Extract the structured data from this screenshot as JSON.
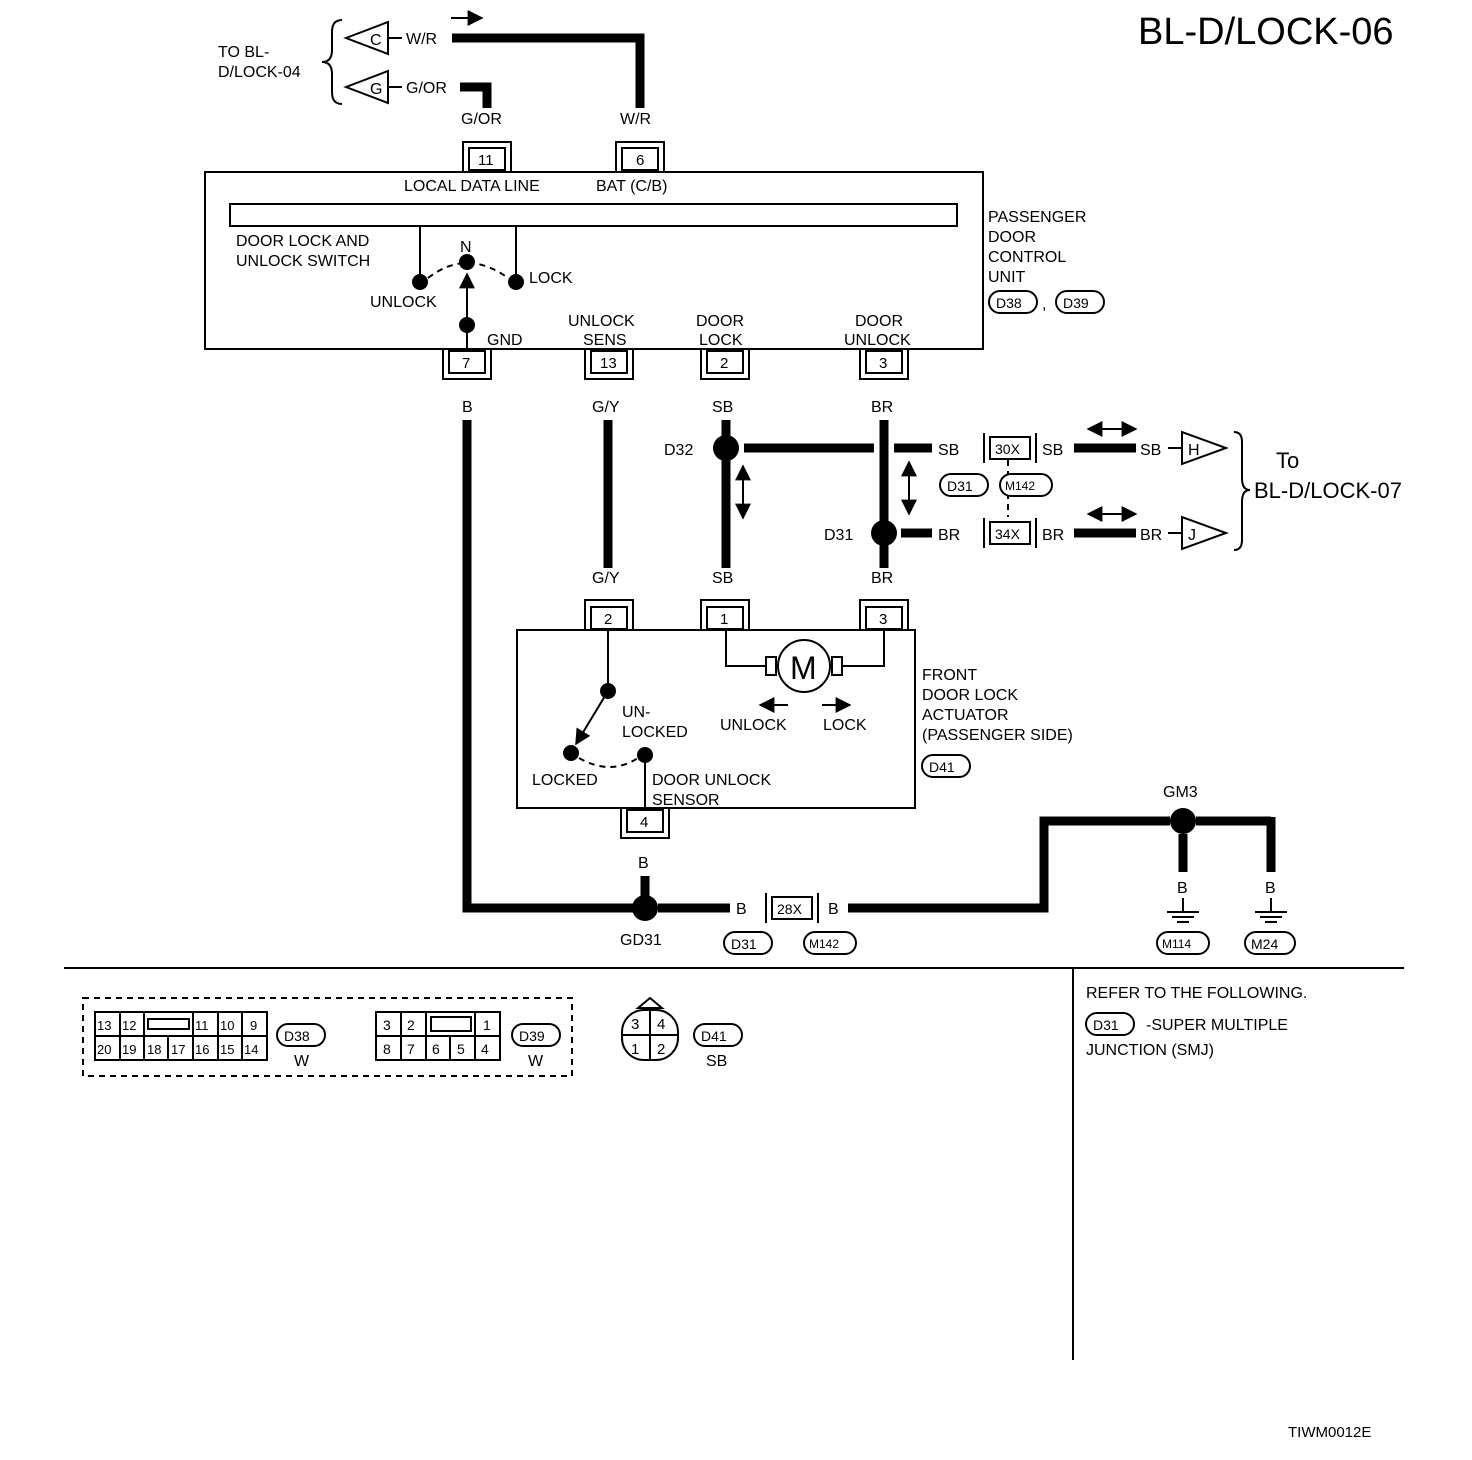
{
  "page": {
    "title": "BL-D/LOCK-06",
    "figure_code": "TIWM0012E"
  },
  "to_lock04": {
    "label_line1": "TO BL-",
    "label_line2": "D/LOCK-04",
    "arrow_c": "C",
    "arrow_g": "G",
    "wire_c": "W/R",
    "wire_g": "G/OR"
  },
  "control_unit": {
    "name_line1": "PASSENGER",
    "name_line2": "DOOR",
    "name_line3": "CONTROL",
    "name_line4": "UNIT",
    "connector_a": "D38",
    "connector_sep": ",",
    "connector_b": "D39",
    "pin11": "11",
    "pin11_label": "LOCAL DATA LINE",
    "pin11_wire": "G/OR",
    "pin6": "6",
    "pin6_label": "BAT (C/B)",
    "pin6_wire": "W/R",
    "switch_line1": "DOOR LOCK AND",
    "switch_line2": "UNLOCK SWITCH",
    "switch_n": "N",
    "switch_lock": "LOCK",
    "switch_unlock": "UNLOCK",
    "gnd_label": "GND",
    "pin7": "7",
    "pin7_wire": "B",
    "pin13": "13",
    "pin13_label1": "UNLOCK",
    "pin13_label2": "SENS",
    "pin13_wire": "G/Y",
    "pin2": "2",
    "pin2_label1": "DOOR",
    "pin2_label2": "LOCK",
    "pin2_wire": "SB",
    "pin3": "3",
    "pin3_label1": "DOOR",
    "pin3_label2": "UNLOCK",
    "pin3_wire": "BR"
  },
  "junctions": {
    "d32": "D32",
    "d31": "D31",
    "sb": "SB",
    "br": "BR",
    "c30x": "30X",
    "c34x": "34X",
    "d31_tag": "D31",
    "m142_tag": "M142",
    "arrow_h": "H",
    "arrow_j": "J",
    "to_line1": "To",
    "to_line2": "BL-D/LOCK-07"
  },
  "actuator": {
    "name_line1": "FRONT",
    "name_line2": "DOOR LOCK",
    "name_line3": "ACTUATOR",
    "name_line4": "(PASSENGER SIDE)",
    "connector": "D41",
    "pin2": "2",
    "pin2_wire": "G/Y",
    "pin1": "1",
    "pin1_wire": "SB",
    "pin3": "3",
    "pin3_wire": "BR",
    "motor": "M",
    "unlock": "UNLOCK",
    "lock": "LOCK",
    "unlocked_line1": "UN-",
    "unlocked_line2": "LOCKED",
    "locked": "LOCKED",
    "sensor_line1": "DOOR UNLOCK",
    "sensor_line2": "SENSOR",
    "pin4": "4",
    "pin4_wire": "B"
  },
  "ground": {
    "gd31": "GD31",
    "gm3": "GM3",
    "wire_b": "B",
    "c28x": "28X",
    "d31_tag": "D31",
    "m142_tag": "M142",
    "m114": "M114",
    "m24": "M24"
  },
  "connectors": {
    "d38": {
      "top": [
        "13",
        "12",
        "11",
        "10",
        "9"
      ],
      "bottom": [
        "20",
        "19",
        "18",
        "17",
        "16",
        "15",
        "14"
      ],
      "tag": "D38",
      "color": "W"
    },
    "d39": {
      "top": [
        "3",
        "2",
        "1"
      ],
      "bottom": [
        "8",
        "7",
        "6",
        "5",
        "4"
      ],
      "tag": "D39",
      "color": "W"
    },
    "d41": {
      "cells": [
        "3",
        "4",
        "1",
        "2"
      ],
      "tag": "D41",
      "color": "SB"
    }
  },
  "refer": {
    "heading": "REFER TO THE FOLLOWING.",
    "tag": "D31",
    "line1": "-SUPER MULTIPLE",
    "line2": "JUNCTION (SMJ)"
  }
}
